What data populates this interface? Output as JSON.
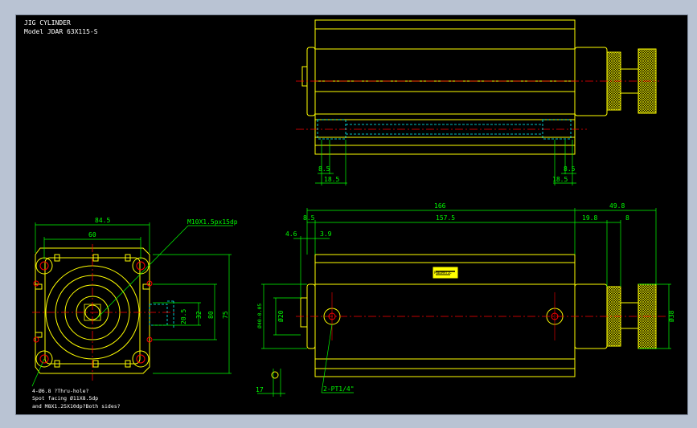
{
  "title": {
    "name": "JIG CYLINDER",
    "model": "Model JDAR 63X115-S"
  },
  "colors": {
    "background": "#000000",
    "frame": "#b9c3d3",
    "outline": "#ffff00",
    "dimension": "#00ff00",
    "centerline": "#ff0000",
    "hidden": "#00ffff",
    "text": "#ffffff"
  },
  "front_view": {
    "dims": {
      "width_total": "84.5",
      "bolt_pitch": "60",
      "height_20_5": "20.5",
      "height_32": "32",
      "height_80": "80",
      "height_75": "75"
    },
    "thread_callout": "M10X1.5px15dp",
    "notes": [
      "4-Ø6.8 ?Thru-hole?",
      "Spot facing Ø11X8.5dp",
      "and M8X1.25X10dp?Both sides?"
    ]
  },
  "top_view": {
    "dims": [
      "8.5",
      "18.5",
      "8.5",
      "18.5"
    ]
  },
  "side_view": {
    "dims": {
      "overall": "166",
      "rod_end": "49.8",
      "left_8_5": "8.5",
      "body": "157.5",
      "d19_8": "19.8",
      "d8": "8",
      "d4_6": "4.6",
      "d3_9": "3.9",
      "d17": "17",
      "dia40": "Ø40-0.05",
      "dia20": "Ø20",
      "dia38": "Ø38"
    },
    "port_label": "2-PT1/4\"",
    "nameplate": "PNEUMATIC"
  }
}
